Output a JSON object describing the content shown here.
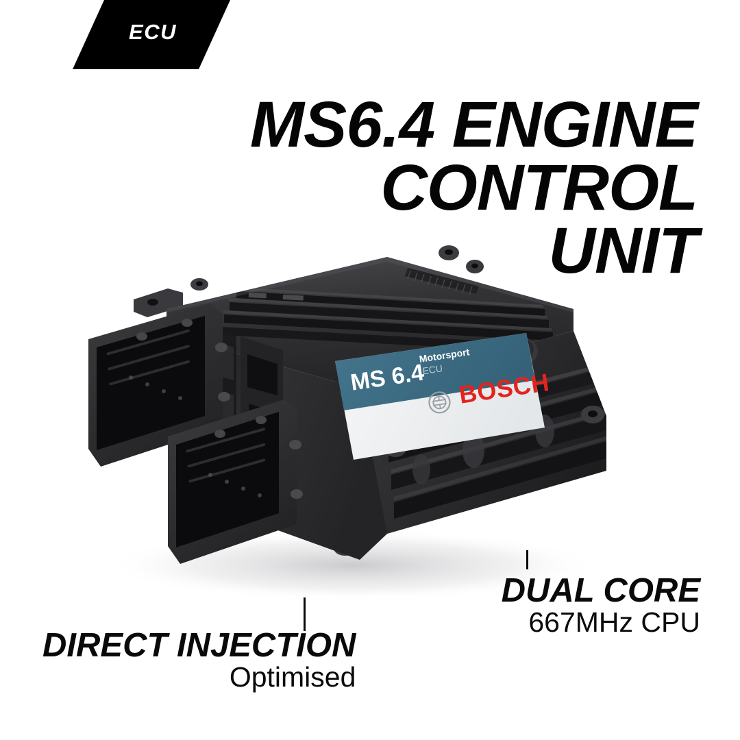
{
  "badge": {
    "label": "ECU",
    "background": "#000000",
    "text_color": "#ffffff"
  },
  "headline": {
    "line1": "MS6.4 ENGINE",
    "line2": "CONTROL",
    "line3": "UNIT",
    "color": "#050505"
  },
  "product": {
    "name": "bosch-ms-6.4-motorsport-ecu",
    "body_color": "#2e2e30",
    "shadow_color": "#d9d9db",
    "label": {
      "model_prefix": "MS",
      "model_number": "6.4",
      "tagline": "Motorsport",
      "subtagline": "ECU",
      "brand": "BOSCH",
      "panel_color": "#3d6e85",
      "panel_color_bottom": "#eff1f2",
      "brand_color": "#e2241f",
      "model_text_color": "#ffffff"
    }
  },
  "callouts": [
    {
      "id": "dual-core",
      "title": "DUAL CORE",
      "subtitle": "667MHz CPU",
      "align": "right"
    },
    {
      "id": "direct-injection",
      "title": "DIRECT INJECTION",
      "subtitle": "Optimised",
      "align": "right"
    }
  ]
}
